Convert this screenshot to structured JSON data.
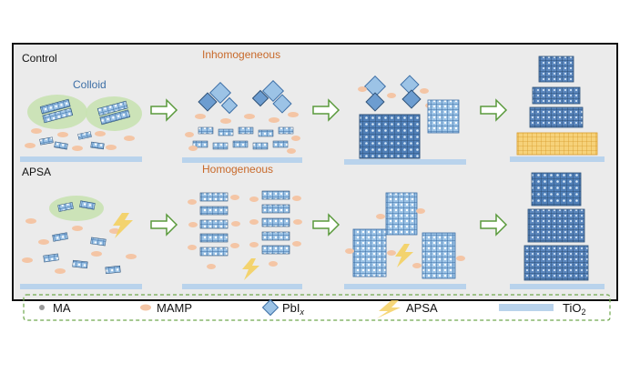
{
  "rows": {
    "top": {
      "label": "Control",
      "stage_title": "Inhomogeneous",
      "colloid_label": "Colloid"
    },
    "bottom": {
      "label": "APSA",
      "stage_title": "Homogeneous"
    }
  },
  "legend": {
    "items": [
      {
        "label": "MA",
        "icon": "ma-dot-icon"
      },
      {
        "label": "MAMP",
        "icon": "mamp-ellipse-icon"
      },
      {
        "label": "PbI",
        "sub": "x",
        "icon": "pbix-octahedron-icon"
      },
      {
        "label": "APSA",
        "icon": "apsa-lightning-icon"
      },
      {
        "label": "TiO",
        "sub": "2",
        "icon": "tio2-bar-icon"
      }
    ]
  },
  "colors": {
    "panel_bg": "#ebebeb",
    "frame": "#111111",
    "arrow": "#5a9a3c",
    "substrate": "#b9d3ec",
    "mamp": "#f4c5a5",
    "colloid": "#c9e2b3",
    "crystal_blue": "#4f7fb8",
    "crystal_dark": "#2f5278",
    "crystal_light": "#9cc3e6",
    "crystal_yellow": "#f2c45f",
    "apsa": "#f4d061",
    "title_orange": "#c8692a",
    "colloid_text": "#3d6fa6",
    "legend_border": "#6fa84d"
  }
}
